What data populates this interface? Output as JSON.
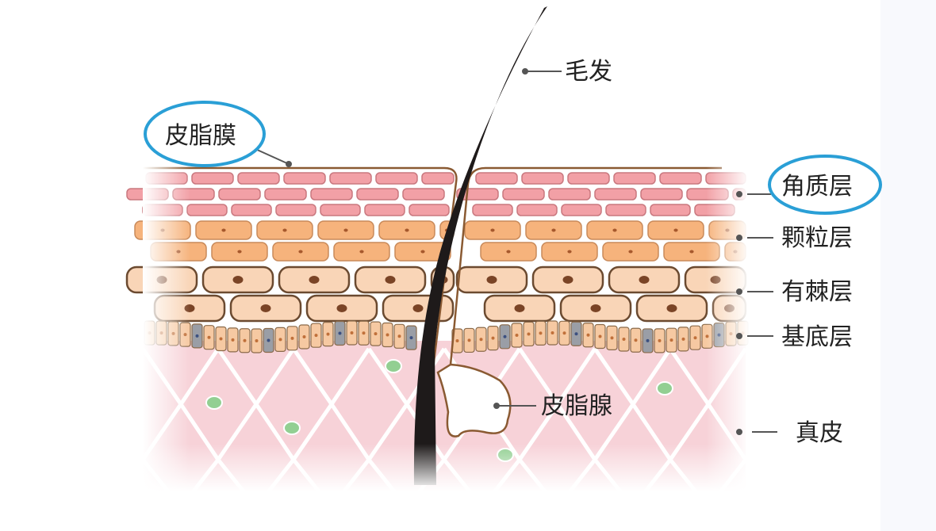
{
  "labels": {
    "hair": "毛发",
    "sebum_film": "皮脂膜",
    "stratum_corneum": "角质层",
    "stratum_granulosum": "颗粒层",
    "stratum_spinosum": "有棘层",
    "stratum_basale": "基底层",
    "sebaceous_gland": "皮脂腺",
    "dermis": "真皮"
  },
  "colors": {
    "highlight_ellipse": "#2a9fd6",
    "corneum_cell": "#f2a0a6",
    "granular_cell": "#f6b37c",
    "spinous_cell": "#f9d5b7",
    "basal_cell": "#f6c9a2",
    "melanocyte": "#9a9ea6",
    "dermis": "#f7d2d8",
    "dermis_dot": "#92cf92",
    "hair": "#1e1a1a",
    "outline": "#8a5a32"
  }
}
